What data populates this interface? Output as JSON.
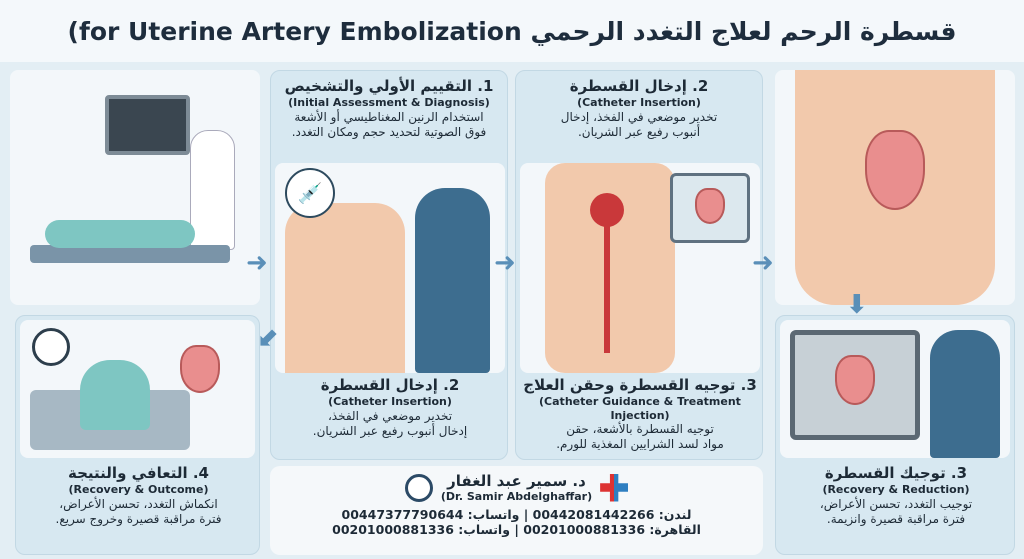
{
  "title": "قسطرة الرحم لعلاج التغدد الرحمي for Uterine Artery Embolization)",
  "steps": [
    {
      "heading": "1. التقييم الأولي والتشخيص",
      "english": "(Initial Assessment & Diagnosis)",
      "desc1": "استخدام الرنين المغناطيسي أو الأشعة",
      "desc2": "فوق الصوتية لتحديد حجم ومكان التغدد."
    },
    {
      "heading": "2. إدخال القسطرة",
      "english": "(Catheter Insertion)",
      "desc1": "تخدير موضعي في الفخذ، إدخال",
      "desc2": "أنبوب رفيع عبر الشريان."
    },
    {
      "heading": "2. إدخال القسطرة",
      "english": "(Catheter Insertion)",
      "desc1": "تخدير موضعي في الفخذ،",
      "desc2": "إدخال أنبوب رفيع عبر الشريان."
    },
    {
      "heading": "3. توجيه القسطرة وحقن العلاج",
      "english": "(Catheter Guidance & Treatment Injection)",
      "desc1": "توجيه القسطرة بالأشعة، حقن",
      "desc2": "مواد لسد الشرايين المغذية للورم."
    },
    {
      "heading": "4. التعافي والنتيجة",
      "english": "(Recovery & Outcome)",
      "desc1": "انكماش التغدد، تحسن الأعراض،",
      "desc2": "فترة مراقبة قصيرة وخروج سريع."
    },
    {
      "heading": "3. توجيك القسطرة",
      "english": "(Recovery & Reduction)",
      "desc1": "توجيب التغدد، تحسن الأعراض،",
      "desc2": "فترة مراقبة قصيرة وانزيمة."
    }
  ],
  "contact": {
    "name_ar": "د. سمير عبد الغفار",
    "name_en": "(Dr. Samir Abdelghaffar)",
    "line1": "لندن: 00442081442266 | واتساب: 00447377790644",
    "line2": "القاهرة: 00201000881336 | واتساب: 00201000881336"
  },
  "colors": {
    "background": "#e3eef4",
    "panel": "#d7e8f1",
    "arrow": "#5a8fb8"
  }
}
